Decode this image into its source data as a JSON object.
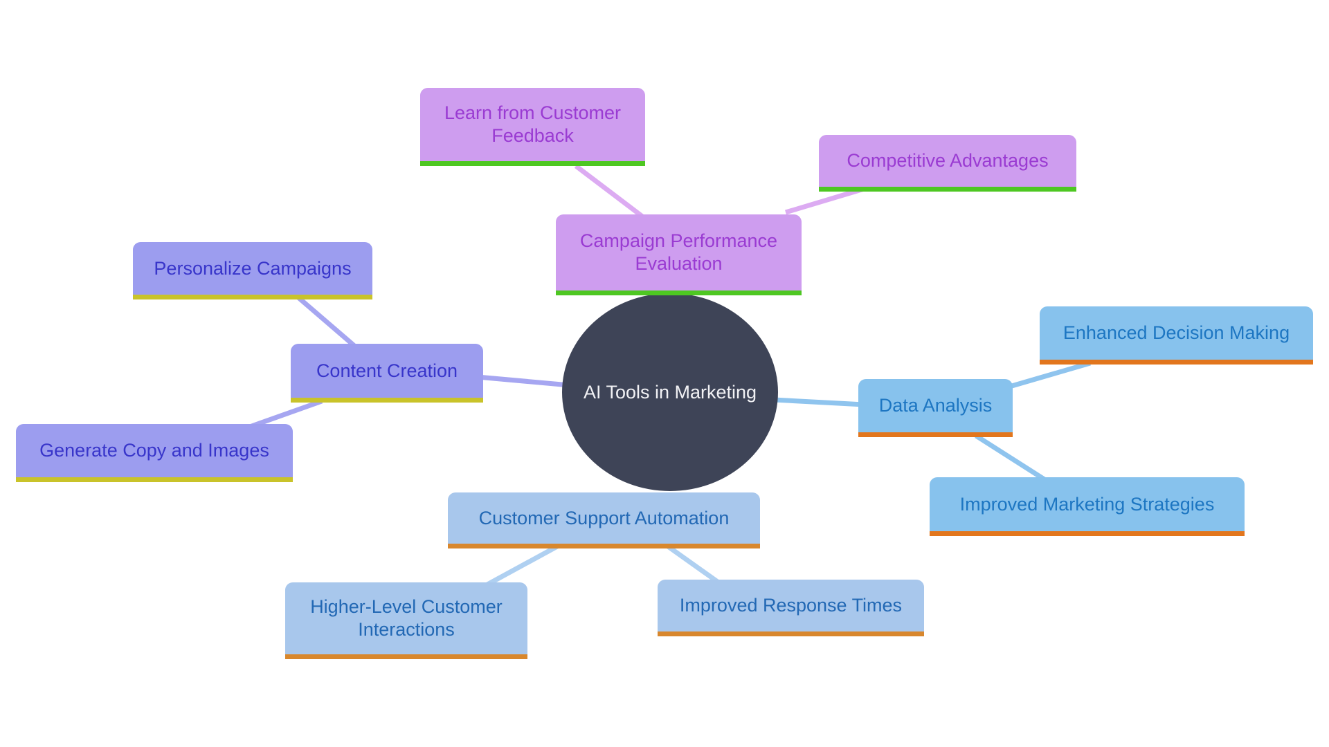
{
  "diagram": {
    "type": "mindmap",
    "background": "#FFFFFF"
  },
  "center": {
    "label": "AI Tools in Marketing",
    "fill": "#3E4457",
    "text_color": "#F2F2F5"
  },
  "branches": [
    {
      "label": "Campaign Performance Evaluation",
      "colors": {
        "fill": "#CE9DEF",
        "text": "#9A3BD2",
        "underline": "#4EC722",
        "connector": "#DCABF2"
      },
      "children": [
        {
          "label": "Learn from Customer Feedback"
        },
        {
          "label": "Competitive Advantages"
        }
      ]
    },
    {
      "label": "Content Creation",
      "colors": {
        "fill": "#9C9DEF",
        "text": "#3835CA",
        "underline": "#C9C32A",
        "connector": "#A6A6F1"
      },
      "children": [
        {
          "label": "Personalize Campaigns"
        },
        {
          "label": "Generate Copy and Images"
        }
      ]
    },
    {
      "label": "Data Analysis",
      "colors": {
        "fill": "#87C2ED",
        "text": "#1D76C2",
        "underline": "#E2761D",
        "connector": "#8FC4EE"
      },
      "children": [
        {
          "label": "Enhanced Decision Making"
        },
        {
          "label": "Improved Marketing Strategies"
        }
      ]
    },
    {
      "label": "Customer Support Automation",
      "colors": {
        "fill": "#A8C7EC",
        "text": "#2268B4",
        "underline": "#D8872D",
        "connector": "#AFD0F1"
      },
      "children": [
        {
          "label": "Higher-Level Customer Interactions"
        },
        {
          "label": "Improved Response Times"
        }
      ]
    }
  ]
}
